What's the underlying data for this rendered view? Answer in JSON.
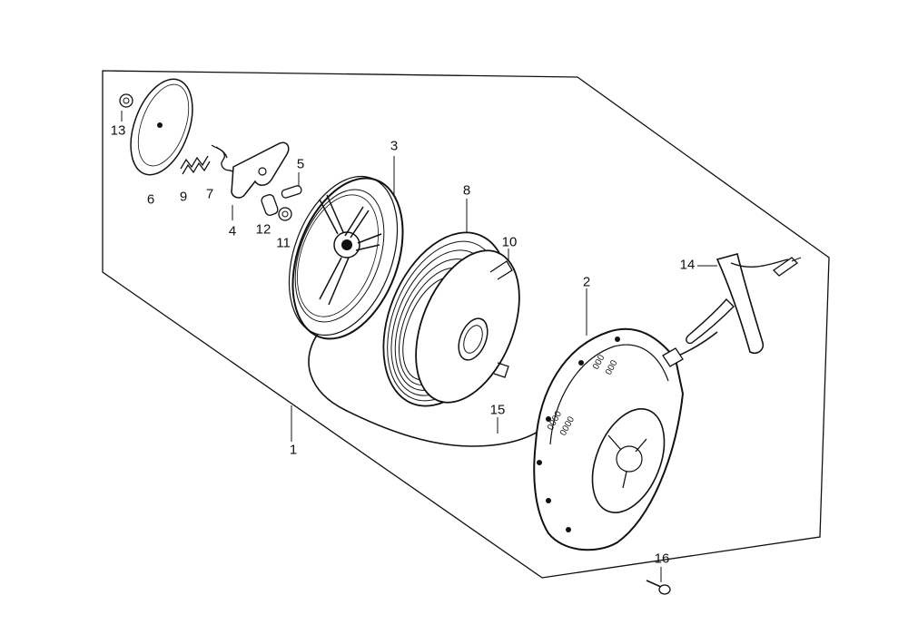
{
  "callouts": {
    "c1": "1",
    "c2": "2",
    "c3": "3",
    "c4": "4",
    "c5": "5",
    "c6": "6",
    "c7": "7",
    "c8": "8",
    "c9": "9",
    "c10": "10",
    "c11": "11",
    "c12": "12",
    "c13": "13",
    "c14": "14",
    "c15": "15",
    "c16": "16"
  },
  "case_markings": [
    "0000",
    "0000",
    "000",
    "000"
  ]
}
